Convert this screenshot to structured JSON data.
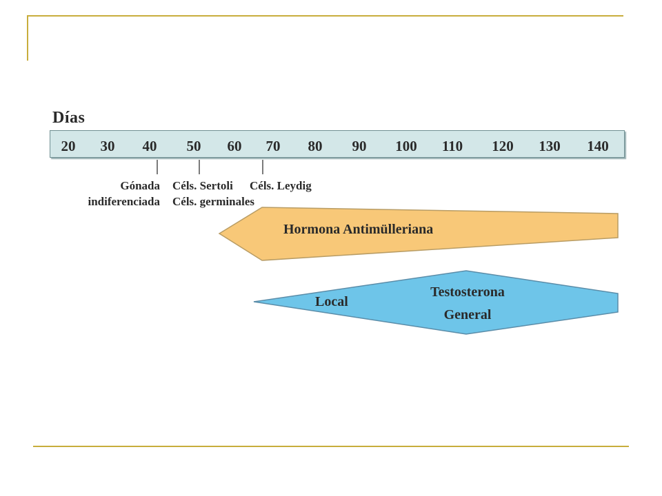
{
  "timeline": {
    "title": "Días",
    "days": [
      20,
      30,
      40,
      50,
      60,
      70,
      80,
      90,
      100,
      110,
      120,
      130,
      140
    ]
  },
  "milestones": {
    "gonada": {
      "line1": "Gónada",
      "line2": "indiferenciada"
    },
    "sertoli": {
      "line1": "Céls. Sertoli",
      "line2": "Céls. germinales"
    },
    "leydig": {
      "line1": "Céls. Leydig"
    }
  },
  "bands": {
    "amh": {
      "label": "Hormona Antimülleriana",
      "color": "#f8c878"
    },
    "testosterone": {
      "title": "Testosterona",
      "local_label": "Local",
      "general_label": "General",
      "color": "#6ec5e9"
    }
  },
  "colors": {
    "frame_accent": "#c8ad3c",
    "bar_fill": "#d3e7e8"
  }
}
